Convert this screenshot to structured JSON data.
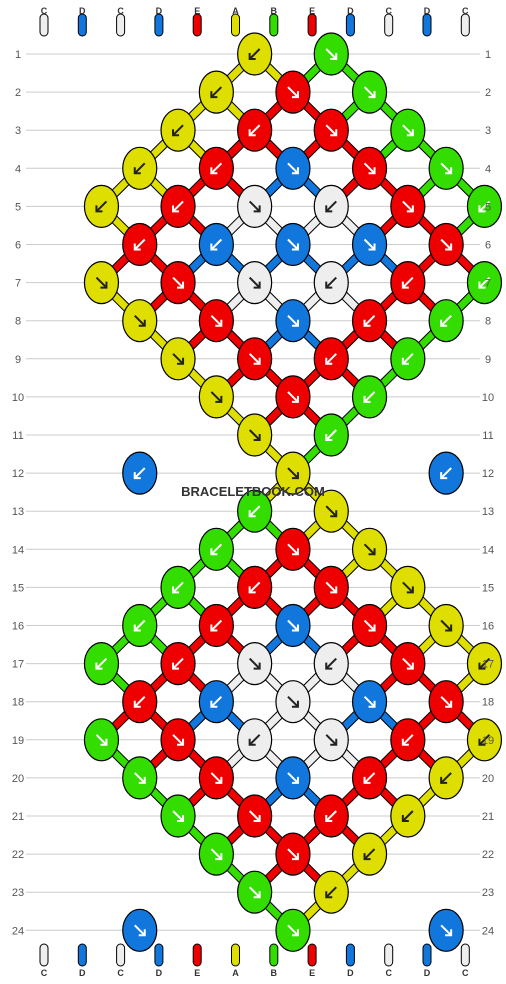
{
  "site_watermark": "BRACELETBOOK.COM",
  "strand_labels_top": [
    "C",
    "D",
    "C",
    "D",
    "E",
    "A",
    "B",
    "E",
    "D",
    "C",
    "D",
    "C"
  ],
  "strand_labels_bottom": [
    "C",
    "D",
    "C",
    "D",
    "E",
    "A",
    "B",
    "E",
    "D",
    "C",
    "D",
    "C"
  ],
  "row_numbers": [
    "1",
    "2",
    "3",
    "4",
    "5",
    "6",
    "7",
    "8",
    "9",
    "10",
    "11",
    "12",
    "13",
    "14",
    "15",
    "16",
    "17",
    "18",
    "19",
    "20",
    "21",
    "22",
    "23",
    "24"
  ],
  "colors": {
    "A": "#dede00",
    "B": "#33dd00",
    "C": "#eeeeee",
    "D": "#1177dd",
    "E": "#ee0000",
    "grid": "#cccccc",
    "knot_outline": "#000000"
  },
  "knots": [
    {
      "row": 1,
      "c": 5.5,
      "color": "A",
      "dir": "sw"
    },
    {
      "row": 1,
      "c": 7.5,
      "color": "B",
      "dir": "se"
    },
    {
      "row": 2,
      "c": 4.5,
      "color": "A",
      "dir": "sw"
    },
    {
      "row": 2,
      "c": 6.5,
      "color": "E",
      "dir": "se"
    },
    {
      "row": 2,
      "c": 8.5,
      "color": "B",
      "dir": "se"
    },
    {
      "row": 3,
      "c": 3.5,
      "color": "A",
      "dir": "sw"
    },
    {
      "row": 3,
      "c": 5.5,
      "color": "E",
      "dir": "sw"
    },
    {
      "row": 3,
      "c": 7.5,
      "color": "E",
      "dir": "se"
    },
    {
      "row": 3,
      "c": 9.5,
      "color": "B",
      "dir": "se"
    },
    {
      "row": 4,
      "c": 2.5,
      "color": "A",
      "dir": "sw"
    },
    {
      "row": 4,
      "c": 4.5,
      "color": "E",
      "dir": "sw"
    },
    {
      "row": 4,
      "c": 6.5,
      "color": "D",
      "dir": "se"
    },
    {
      "row": 4,
      "c": 8.5,
      "color": "E",
      "dir": "se"
    },
    {
      "row": 4,
      "c": 10.5,
      "color": "B",
      "dir": "se"
    },
    {
      "row": 5,
      "c": 1.5,
      "color": "A",
      "dir": "sw"
    },
    {
      "row": 5,
      "c": 3.5,
      "color": "E",
      "dir": "sw"
    },
    {
      "row": 5,
      "c": 5.5,
      "color": "C",
      "dir": "se"
    },
    {
      "row": 5,
      "c": 7.5,
      "color": "C",
      "dir": "sw"
    },
    {
      "row": 5,
      "c": 9.5,
      "color": "E",
      "dir": "se"
    },
    {
      "row": 5,
      "c": 11.5,
      "color": "B",
      "dir": "sw"
    },
    {
      "row": 6,
      "c": 2.5,
      "color": "E",
      "dir": "sw"
    },
    {
      "row": 6,
      "c": 4.5,
      "color": "D",
      "dir": "sw"
    },
    {
      "row": 6,
      "c": 6.5,
      "color": "D",
      "dir": "se"
    },
    {
      "row": 6,
      "c": 8.5,
      "color": "D",
      "dir": "se"
    },
    {
      "row": 6,
      "c": 10.5,
      "color": "E",
      "dir": "se"
    },
    {
      "row": 7,
      "c": 1.5,
      "color": "A",
      "dir": "se"
    },
    {
      "row": 7,
      "c": 3.5,
      "color": "E",
      "dir": "se"
    },
    {
      "row": 7,
      "c": 5.5,
      "color": "C",
      "dir": "se"
    },
    {
      "row": 7,
      "c": 7.5,
      "color": "C",
      "dir": "sw"
    },
    {
      "row": 7,
      "c": 9.5,
      "color": "E",
      "dir": "sw"
    },
    {
      "row": 7,
      "c": 11.5,
      "color": "B",
      "dir": "sw"
    },
    {
      "row": 8,
      "c": 2.5,
      "color": "A",
      "dir": "se"
    },
    {
      "row": 8,
      "c": 4.5,
      "color": "E",
      "dir": "se"
    },
    {
      "row": 8,
      "c": 6.5,
      "color": "D",
      "dir": "se"
    },
    {
      "row": 8,
      "c": 8.5,
      "color": "E",
      "dir": "sw"
    },
    {
      "row": 8,
      "c": 10.5,
      "color": "B",
      "dir": "sw"
    },
    {
      "row": 9,
      "c": 3.5,
      "color": "A",
      "dir": "se"
    },
    {
      "row": 9,
      "c": 5.5,
      "color": "E",
      "dir": "se"
    },
    {
      "row": 9,
      "c": 7.5,
      "color": "E",
      "dir": "sw"
    },
    {
      "row": 9,
      "c": 9.5,
      "color": "B",
      "dir": "sw"
    },
    {
      "row": 10,
      "c": 4.5,
      "color": "A",
      "dir": "se"
    },
    {
      "row": 10,
      "c": 6.5,
      "color": "E",
      "dir": "se"
    },
    {
      "row": 10,
      "c": 8.5,
      "color": "B",
      "dir": "sw"
    },
    {
      "row": 11,
      "c": 5.5,
      "color": "A",
      "dir": "se"
    },
    {
      "row": 11,
      "c": 7.5,
      "color": "B",
      "dir": "sw"
    },
    {
      "row": 12,
      "c": 2.5,
      "color": "D",
      "dir": "sw"
    },
    {
      "row": 12,
      "c": 6.5,
      "color": "A",
      "dir": "se"
    },
    {
      "row": 12,
      "c": 10.5,
      "color": "D",
      "dir": "sw"
    },
    {
      "row": 13,
      "c": 5.5,
      "color": "B",
      "dir": "sw"
    },
    {
      "row": 13,
      "c": 7.5,
      "color": "A",
      "dir": "se"
    },
    {
      "row": 14,
      "c": 4.5,
      "color": "B",
      "dir": "sw"
    },
    {
      "row": 14,
      "c": 6.5,
      "color": "E",
      "dir": "se"
    },
    {
      "row": 14,
      "c": 8.5,
      "color": "A",
      "dir": "se"
    },
    {
      "row": 15,
      "c": 3.5,
      "color": "B",
      "dir": "sw"
    },
    {
      "row": 15,
      "c": 5.5,
      "color": "E",
      "dir": "sw"
    },
    {
      "row": 15,
      "c": 7.5,
      "color": "E",
      "dir": "se"
    },
    {
      "row": 15,
      "c": 9.5,
      "color": "A",
      "dir": "se"
    },
    {
      "row": 16,
      "c": 2.5,
      "color": "B",
      "dir": "sw"
    },
    {
      "row": 16,
      "c": 4.5,
      "color": "E",
      "dir": "sw"
    },
    {
      "row": 16,
      "c": 6.5,
      "color": "D",
      "dir": "se"
    },
    {
      "row": 16,
      "c": 8.5,
      "color": "E",
      "dir": "se"
    },
    {
      "row": 16,
      "c": 10.5,
      "color": "A",
      "dir": "se"
    },
    {
      "row": 17,
      "c": 1.5,
      "color": "B",
      "dir": "sw"
    },
    {
      "row": 17,
      "c": 3.5,
      "color": "E",
      "dir": "sw"
    },
    {
      "row": 17,
      "c": 5.5,
      "color": "C",
      "dir": "se"
    },
    {
      "row": 17,
      "c": 7.5,
      "color": "C",
      "dir": "sw"
    },
    {
      "row": 17,
      "c": 9.5,
      "color": "E",
      "dir": "se"
    },
    {
      "row": 17,
      "c": 11.5,
      "color": "A",
      "dir": "sw"
    },
    {
      "row": 18,
      "c": 2.5,
      "color": "E",
      "dir": "sw"
    },
    {
      "row": 18,
      "c": 4.5,
      "color": "D",
      "dir": "sw"
    },
    {
      "row": 18,
      "c": 6.5,
      "color": "C",
      "dir": "se"
    },
    {
      "row": 18,
      "c": 8.5,
      "color": "D",
      "dir": "se"
    },
    {
      "row": 18,
      "c": 10.5,
      "color": "E",
      "dir": "se"
    },
    {
      "row": 19,
      "c": 1.5,
      "color": "B",
      "dir": "se"
    },
    {
      "row": 19,
      "c": 3.5,
      "color": "E",
      "dir": "se"
    },
    {
      "row": 19,
      "c": 5.5,
      "color": "C",
      "dir": "sw"
    },
    {
      "row": 19,
      "c": 7.5,
      "color": "C",
      "dir": "se"
    },
    {
      "row": 19,
      "c": 9.5,
      "color": "E",
      "dir": "sw"
    },
    {
      "row": 19,
      "c": 11.5,
      "color": "A",
      "dir": "sw"
    },
    {
      "row": 20,
      "c": 2.5,
      "color": "B",
      "dir": "se"
    },
    {
      "row": 20,
      "c": 4.5,
      "color": "E",
      "dir": "se"
    },
    {
      "row": 20,
      "c": 6.5,
      "color": "D",
      "dir": "se"
    },
    {
      "row": 20,
      "c": 8.5,
      "color": "E",
      "dir": "sw"
    },
    {
      "row": 20,
      "c": 10.5,
      "color": "A",
      "dir": "sw"
    },
    {
      "row": 21,
      "c": 3.5,
      "color": "B",
      "dir": "se"
    },
    {
      "row": 21,
      "c": 5.5,
      "color": "E",
      "dir": "se"
    },
    {
      "row": 21,
      "c": 7.5,
      "color": "E",
      "dir": "sw"
    },
    {
      "row": 21,
      "c": 9.5,
      "color": "A",
      "dir": "sw"
    },
    {
      "row": 22,
      "c": 4.5,
      "color": "B",
      "dir": "se"
    },
    {
      "row": 22,
      "c": 6.5,
      "color": "E",
      "dir": "se"
    },
    {
      "row": 22,
      "c": 8.5,
      "color": "A",
      "dir": "sw"
    },
    {
      "row": 23,
      "c": 5.5,
      "color": "B",
      "dir": "se"
    },
    {
      "row": 23,
      "c": 7.5,
      "color": "A",
      "dir": "sw"
    },
    {
      "row": 24,
      "c": 2.5,
      "color": "D",
      "dir": "se"
    },
    {
      "row": 24,
      "c": 6.5,
      "color": "B",
      "dir": "se"
    },
    {
      "row": 24,
      "c": 10.5,
      "color": "D",
      "dir": "se"
    }
  ]
}
